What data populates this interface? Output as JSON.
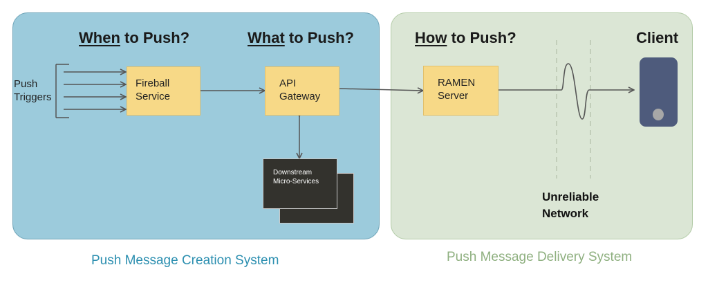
{
  "creation_system": {
    "caption": "Push Message Creation System",
    "heading_when_underlined": "When",
    "heading_when_rest": " to Push?",
    "heading_what_underlined": "What",
    "heading_what_rest": " to Push?",
    "push_triggers": [
      "Push",
      "Triggers"
    ],
    "fireball_service": [
      "Fireball",
      "Service"
    ],
    "api_gateway": [
      "API",
      "Gateway"
    ],
    "downstream": [
      "Downstream",
      "Micro-Services"
    ]
  },
  "delivery_system": {
    "caption": "Push Message Delivery System",
    "heading_how_underlined": "How",
    "heading_how_rest": " to Push?",
    "client_heading": "Client",
    "ramen_server": [
      "RAMEN",
      "Server"
    ],
    "unreliable_network": [
      "Unreliable",
      "Network"
    ]
  },
  "colors": {
    "creation_panel": "#9ccbdc",
    "delivery_panel": "#dbe6d5",
    "component_box": "#f7d987",
    "downstream_box": "#33322d",
    "client_device": "#4e5b7c",
    "creation_caption": "#2c8fb0",
    "delivery_caption": "#8fb080"
  }
}
